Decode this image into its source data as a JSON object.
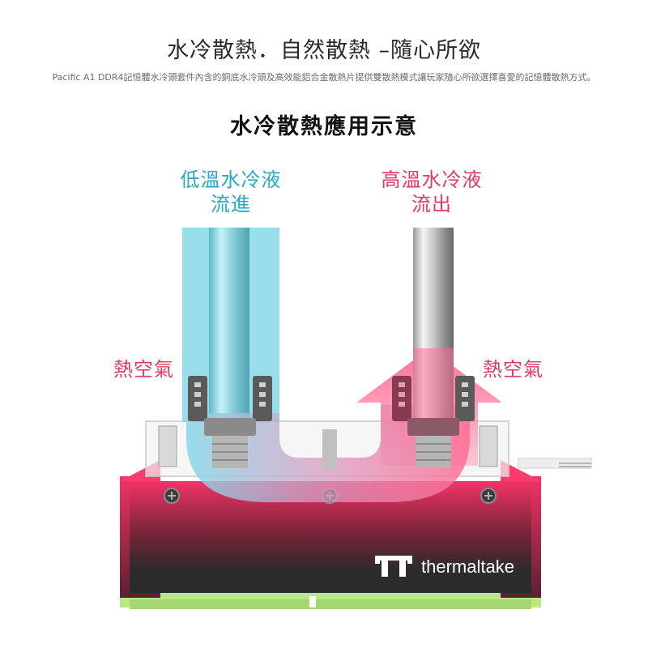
{
  "header": {
    "headline": "水冷散熱．自然散熱 –隨心所欲",
    "subtext": "Pacific A1 DDR4記憶體水冷頭套件內含的銅底水冷頭及高效能鋁合金散熱片提供雙散熱模式讓玩家隨心所欲選擇喜愛的記憶體散熱方式。"
  },
  "diagram": {
    "title": "水冷散熱應用示意",
    "inflow_label_line1": "低溫水冷液",
    "inflow_label_line2": "流進",
    "outflow_label_line1": "高溫水冷液",
    "outflow_label_line2": "流出",
    "hot_air_left": "熱空氣",
    "hot_air_right": "熱空氣"
  },
  "product": {
    "brand_name": "thermaltake",
    "logo_icon": "tt-logo-icon"
  },
  "colors": {
    "cool_liquid": "#7fd6e6",
    "hot_liquid": "#ff5c86",
    "heatsink_dark": "#2b2b2b",
    "pcb_green": "#b8e986",
    "label_blue": "#2aa7c2",
    "label_pink": "#e03a62"
  }
}
